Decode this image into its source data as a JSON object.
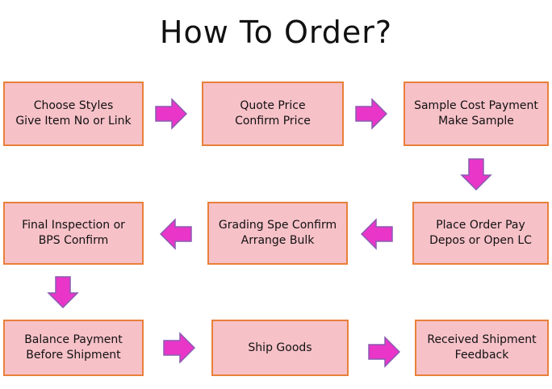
{
  "title": "How To Order?",
  "steps": [
    {
      "line1": "Choose Styles",
      "line2": "Give Item No or Link"
    },
    {
      "line1": "Quote Price",
      "line2": "Confirm Price"
    },
    {
      "line1": "Sample Cost Payment",
      "line2": "Make Sample"
    },
    {
      "line1": "Place Order Pay",
      "line2": "Depos or Open LC"
    },
    {
      "line1": "Grading Spe Confirm",
      "line2": "Arrange Bulk"
    },
    {
      "line1": "Final Inspection or",
      "line2": "BPS Confirm"
    },
    {
      "line1": "Balance Payment",
      "line2": "Before Shipment"
    },
    {
      "line1": "Ship Goods",
      "line2": ""
    },
    {
      "line1": "Received Shipment",
      "line2": "Feedback"
    }
  ],
  "colors": {
    "box_fill": "#f7c1c8",
    "box_border": "#e8803a",
    "arrow_fill": "#e936c9"
  },
  "arrow_icons": [
    "arrow-right-icon",
    "arrow-right-icon",
    "arrow-down-icon",
    "arrow-left-icon",
    "arrow-left-icon",
    "arrow-down-icon",
    "arrow-right-icon",
    "arrow-right-icon"
  ]
}
